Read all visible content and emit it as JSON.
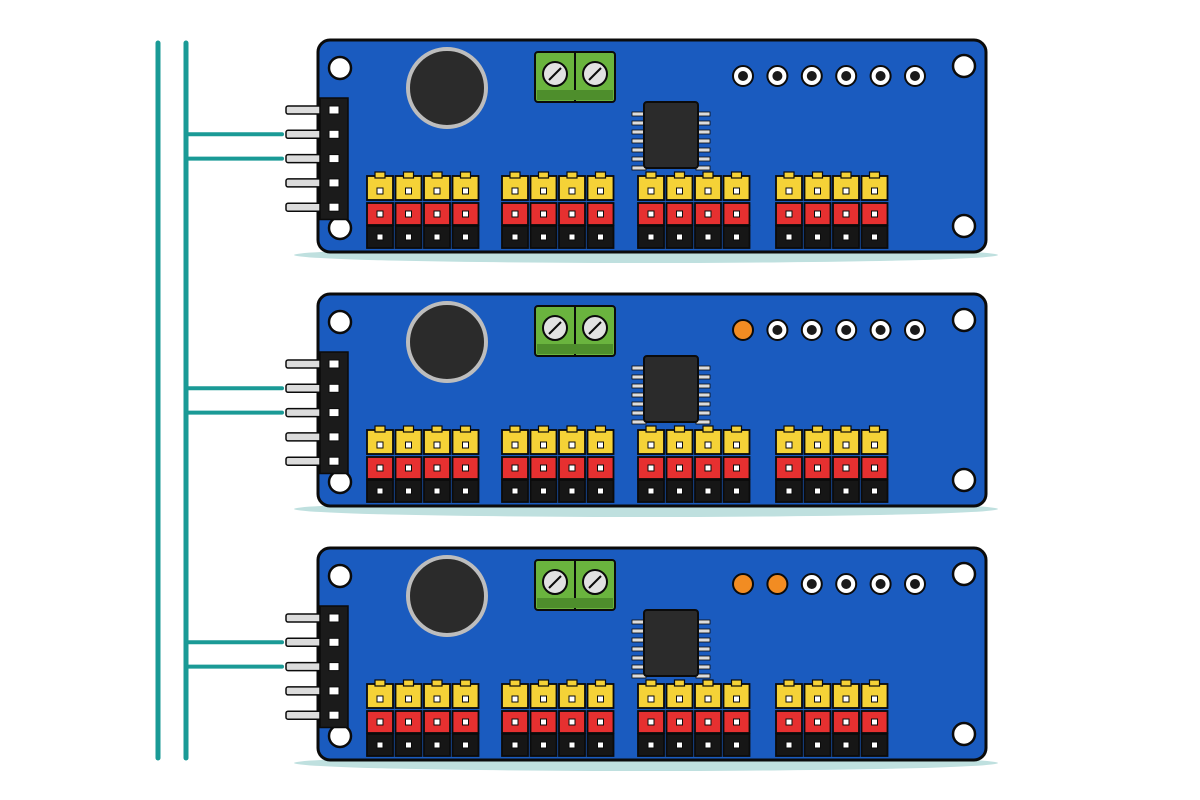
{
  "colors": {
    "background": "#ffffff",
    "bus_wire": "#1a9a96",
    "board": "#1a5bbf",
    "board_outline": "#0b0b0b",
    "board_shadow": "#bfe0df",
    "mount_hole": "#ffffff",
    "buzzer": "#2b2b2b",
    "buzzer_ring": "#bdbdbd",
    "terminal": "#6ab43e",
    "terminal_dark": "#4e8e2c",
    "screw": "#e2e2e2",
    "chip": "#2b2b2b",
    "chip_pin": "#dcdcdc",
    "header_body": "#1b1b1b",
    "header_pin": "#dcdcdc",
    "pin_yellow": "#f5d237",
    "pin_red": "#e63030",
    "pin_black": "#161616",
    "pad_empty": "#1a1a1a",
    "pad_on": "#f28c22"
  },
  "bus": {
    "wire_count": 2
  },
  "boards": [
    {
      "id": "board-1",
      "address_pads_bridged": 0,
      "address_pads_total": 6,
      "servo_channels": 16
    },
    {
      "id": "board-2",
      "address_pads_bridged": 1,
      "address_pads_total": 6,
      "servo_channels": 16
    },
    {
      "id": "board-3",
      "address_pads_bridged": 2,
      "address_pads_total": 6,
      "servo_channels": 16
    }
  ],
  "header_pins_per_board": 5,
  "bus_connected_header_pins": [
    2,
    3
  ],
  "icons": [
    "buzzer-icon",
    "screw-terminal-icon",
    "ic-chip-icon",
    "pin-header-icon",
    "address-pad-icon",
    "mount-hole-icon"
  ]
}
